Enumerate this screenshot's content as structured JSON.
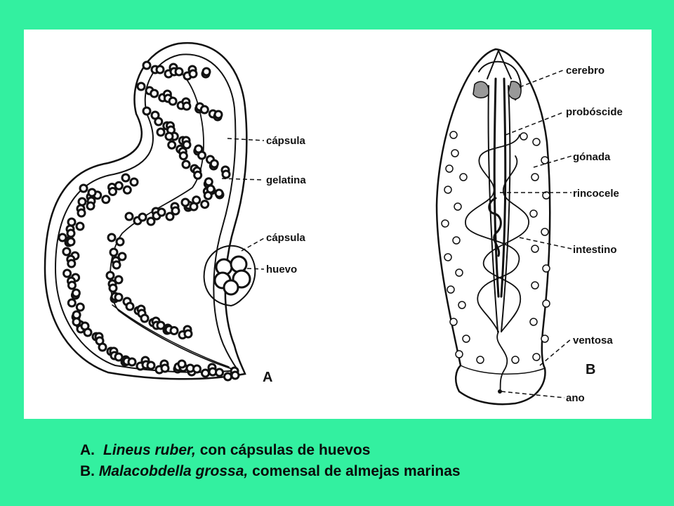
{
  "figure": {
    "labels_a": {
      "capsula_1": "cápsula",
      "gelatina": "gelatina",
      "capsula_2": "cápsula",
      "huevo": "huevo",
      "letter": "A"
    },
    "labels_b": {
      "cerebro": "cerebro",
      "proboscide": "probóscide",
      "gonada": "gónada",
      "rincocele": "rincocele",
      "intestino": "intestino",
      "ventosa": "ventosa",
      "ano": "ano",
      "letter": "B"
    }
  },
  "caption": {
    "line1": {
      "marker": "A.",
      "species": "Lineus ruber,",
      "rest": " con cápsulas de huevos"
    },
    "line2": {
      "marker": "B.",
      "species": "Malacobdella grossa,",
      "rest": " comensal de almejas marinas"
    }
  },
  "colors": {
    "background": "#33f0a0",
    "panel": "#ffffff",
    "ink": "#111111"
  }
}
